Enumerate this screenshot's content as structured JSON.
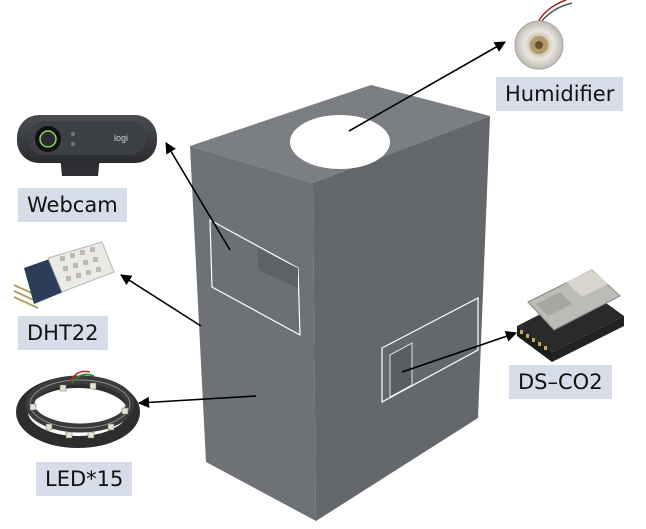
{
  "labels": {
    "humidifier": "Humidifier",
    "webcam": "Webcam",
    "dht22": "DHT22",
    "led": "LED*15",
    "co2": "DS–CO2"
  },
  "webcam_logo": "logi",
  "colors": {
    "box_front": "#6e7175",
    "box_side": "#64676b",
    "box_top": "#7b7e82",
    "label_bg": "#d6dde8",
    "arrow": "#000000"
  }
}
